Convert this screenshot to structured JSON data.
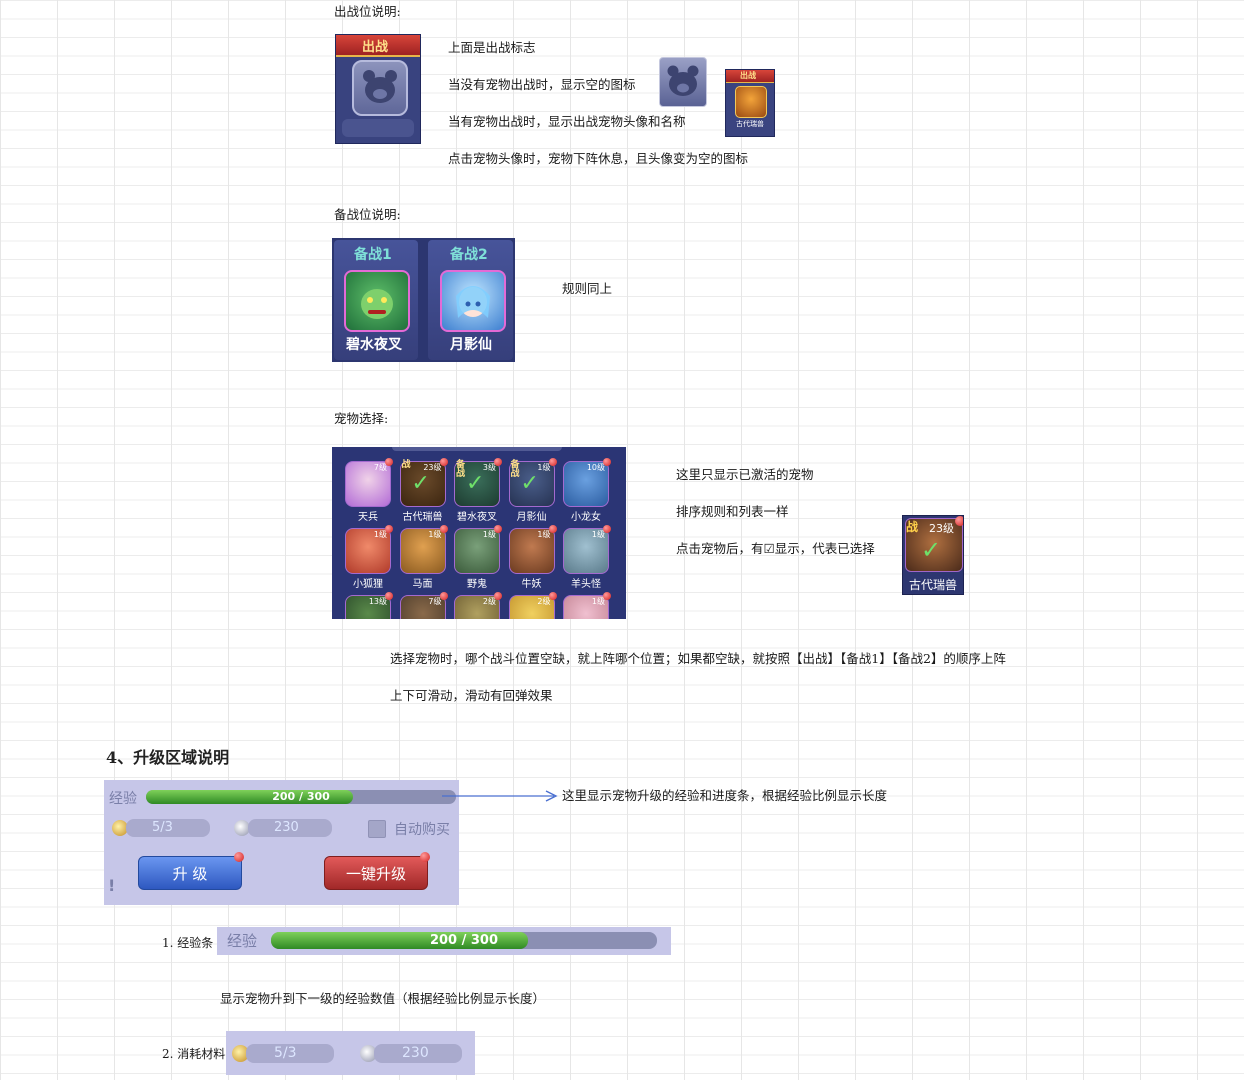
{
  "battle_slot": {
    "heading": "出战位说明:",
    "banner": "出战",
    "notes": [
      "上面是出战标志",
      "当没有宠物出战时，显示空的图标",
      "当有宠物出战时，显示出战宠物头像和名称",
      "点击宠物头像时，宠物下阵休息，且头像变为空的图标"
    ],
    "small_banner": "出战",
    "small_name": "古代瑞兽"
  },
  "reserve_slot": {
    "heading": "备战位说明:",
    "slots": [
      {
        "label": "备战1",
        "name": "碧水夜叉"
      },
      {
        "label": "备战2",
        "name": "月影仙"
      }
    ],
    "note": "规则同上"
  },
  "pet_select": {
    "heading": "宠物选择:",
    "rows": [
      [
        {
          "name": "天兵",
          "level": "7级"
        },
        {
          "name": "古代瑞兽",
          "level": "23级",
          "tag": "战",
          "check": "✓"
        },
        {
          "name": "碧水夜叉",
          "level": "3级",
          "tag": "备战",
          "check": "✓"
        },
        {
          "name": "月影仙",
          "level": "1级",
          "tag": "备战",
          "check": "✓"
        },
        {
          "name": "小龙女",
          "level": "10级"
        }
      ],
      [
        {
          "name": "小狐狸",
          "level": "1级"
        },
        {
          "name": "马面",
          "level": "1级"
        },
        {
          "name": "野鬼",
          "level": "1级"
        },
        {
          "name": "牛妖",
          "level": "1级"
        },
        {
          "name": "羊头怪",
          "level": "1级"
        }
      ],
      [
        {
          "name": "",
          "level": "13级"
        },
        {
          "name": "",
          "level": "7级"
        },
        {
          "name": "",
          "level": "2级"
        },
        {
          "name": "",
          "level": "2级"
        },
        {
          "name": "",
          "level": "1级"
        }
      ]
    ],
    "notes": [
      "这里只显示已激活的宠物",
      "排序规则和列表一样",
      "点击宠物后，有☑显示，代表已选择"
    ],
    "sample": {
      "tag": "战",
      "level": "23级",
      "name": "古代瑞兽",
      "check": "✓"
    },
    "rule_lines": [
      "选择宠物时，哪个战斗位置空缺，就上阵哪个位置；如果都空缺，就按照【出战】【备战1】【备战2】的顺序上阵",
      "上下可滑动，滑动有回弹效果"
    ]
  },
  "upgrade": {
    "heading": "4、升级区域说明",
    "exp_label": "经验",
    "exp_text": "200 / 300",
    "exp_current": 200,
    "exp_max": 300,
    "item_count": "5/3",
    "silver": "230",
    "auto_buy": "自动购买",
    "upgrade_btn": "升 级",
    "one_key_btn": "一键升级",
    "info_mark": "!",
    "arrow_note": "这里显示宠物升级的经验和进度条，根据经验比例显示长度",
    "item1_label": "1. 经验条",
    "item1_desc": "显示宠物升到下一级的经验数值（根据经验比例显示长度）",
    "item2_label": "2. 消耗材料"
  },
  "colors": {
    "panel_blue": "#2f3a78",
    "upgrade_panel": "#c6c6e8",
    "exp_green": "#3f9d2e",
    "upgrade_btn": "#3f6fd8",
    "one_key_btn": "#c2393a",
    "arrow": "#4a6fd0"
  }
}
